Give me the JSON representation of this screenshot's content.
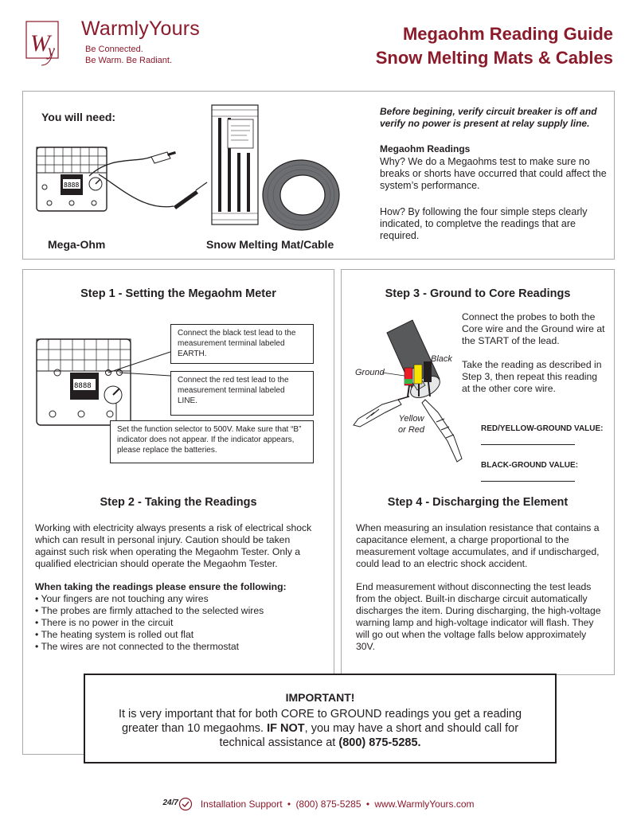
{
  "brand": {
    "name": "WarmlyYours",
    "monogram": "Wy",
    "tagline_1": "Be Connected.",
    "tagline_2": "Be Warm. Be Radiant."
  },
  "title": {
    "line_1": "Megaohm Reading Guide",
    "line_2": "Snow Melting Mats & Cables"
  },
  "need": {
    "heading": "You will need:",
    "item_1": "Mega-Ohm",
    "item_2": "Snow Melting Mat/Cable",
    "warning": "Before begining, verify circuit breaker is off and verify no power is present at relay supply line.",
    "readings_heading": "Megaohm Readings",
    "readings_why": "Why? We do a Megaohms test to make sure no breaks or shorts have occurred that could affect the system’s performance.",
    "readings_how": "How? By following the four simple steps clearly indicated, to completve the readings that are required."
  },
  "step1": {
    "heading": "Step 1 - Setting the Megaohm Meter",
    "callout_1": "Connect the black test lead to the measurement terminal labeled EARTH.",
    "callout_2": "Connect the red test lead to the measurement terminal labeled LINE.",
    "callout_3": "Set the function selector to 500V. Make sure that “B” indicator does not appear. If the indicator appears, please replace the batteries."
  },
  "step2": {
    "heading": "Step 2 - Taking the Readings",
    "para": "Working with electricity always presents a risk of electrical shock which can result in personal injury. Caution should be taken against such risk when operating the Megaohm Tester. Only a qualified electrician should operate the Megaohm Tester.",
    "list_heading": "When taking the readings please ensure the following:",
    "items": [
      "Your fingers are not touching any wires",
      "The probes are firmly attached to the selected wires",
      "There is no power in the circuit",
      "The heating system is rolled out flat",
      "The wires are not connected to the thermostat"
    ]
  },
  "step3": {
    "heading": "Step 3 - Ground to Core Readings",
    "para_1": "Connect the probes to both the Core wire and the Ground wire at the START of the lead.",
    "para_2": "Take the reading as described in Step 3, then repeat this reading at the other core wire.",
    "label_black": "Black",
    "label_ground": "Ground",
    "label_yellow_1": "Yellow",
    "label_yellow_2": "or Red",
    "value_1": "RED/YELLOW-GROUND VALUE:",
    "value_2": "BLACK-GROUND VALUE:"
  },
  "step4": {
    "heading": "Step 4 - Discharging the Element",
    "para_1": "When measuring an insulation resistance that contains a capacitance element, a charge proportional to the measurement voltage accumulates, and if undischarged, could lead to an electric shock accident.",
    "para_2": "End measurement without disconnecting the test leads from the object. Built-in discharge circuit automatically discharges the item. During discharging, the high-voltage warning lamp and high-voltage indicator will flash. They will go out when the voltage falls below approximately 30V."
  },
  "important": {
    "heading": "IMPORTANT!",
    "text_1": "It is very important that for both CORE to GROUND readings you get a reading greater than 10 megaohms.",
    "text_bold": "IF NOT",
    "text_2": ", you may have a short and should call for technical assistance at",
    "phone": "(800) 875-5285."
  },
  "footer": {
    "badge": "24/7",
    "text": "Installation Support",
    "sep": "•",
    "phone": "(800) 875-5285",
    "url": "www.WarmlyYours.com"
  },
  "colors": {
    "brand": "#8b1a2b",
    "border": "#a7a9ac",
    "ink": "#231f20"
  }
}
